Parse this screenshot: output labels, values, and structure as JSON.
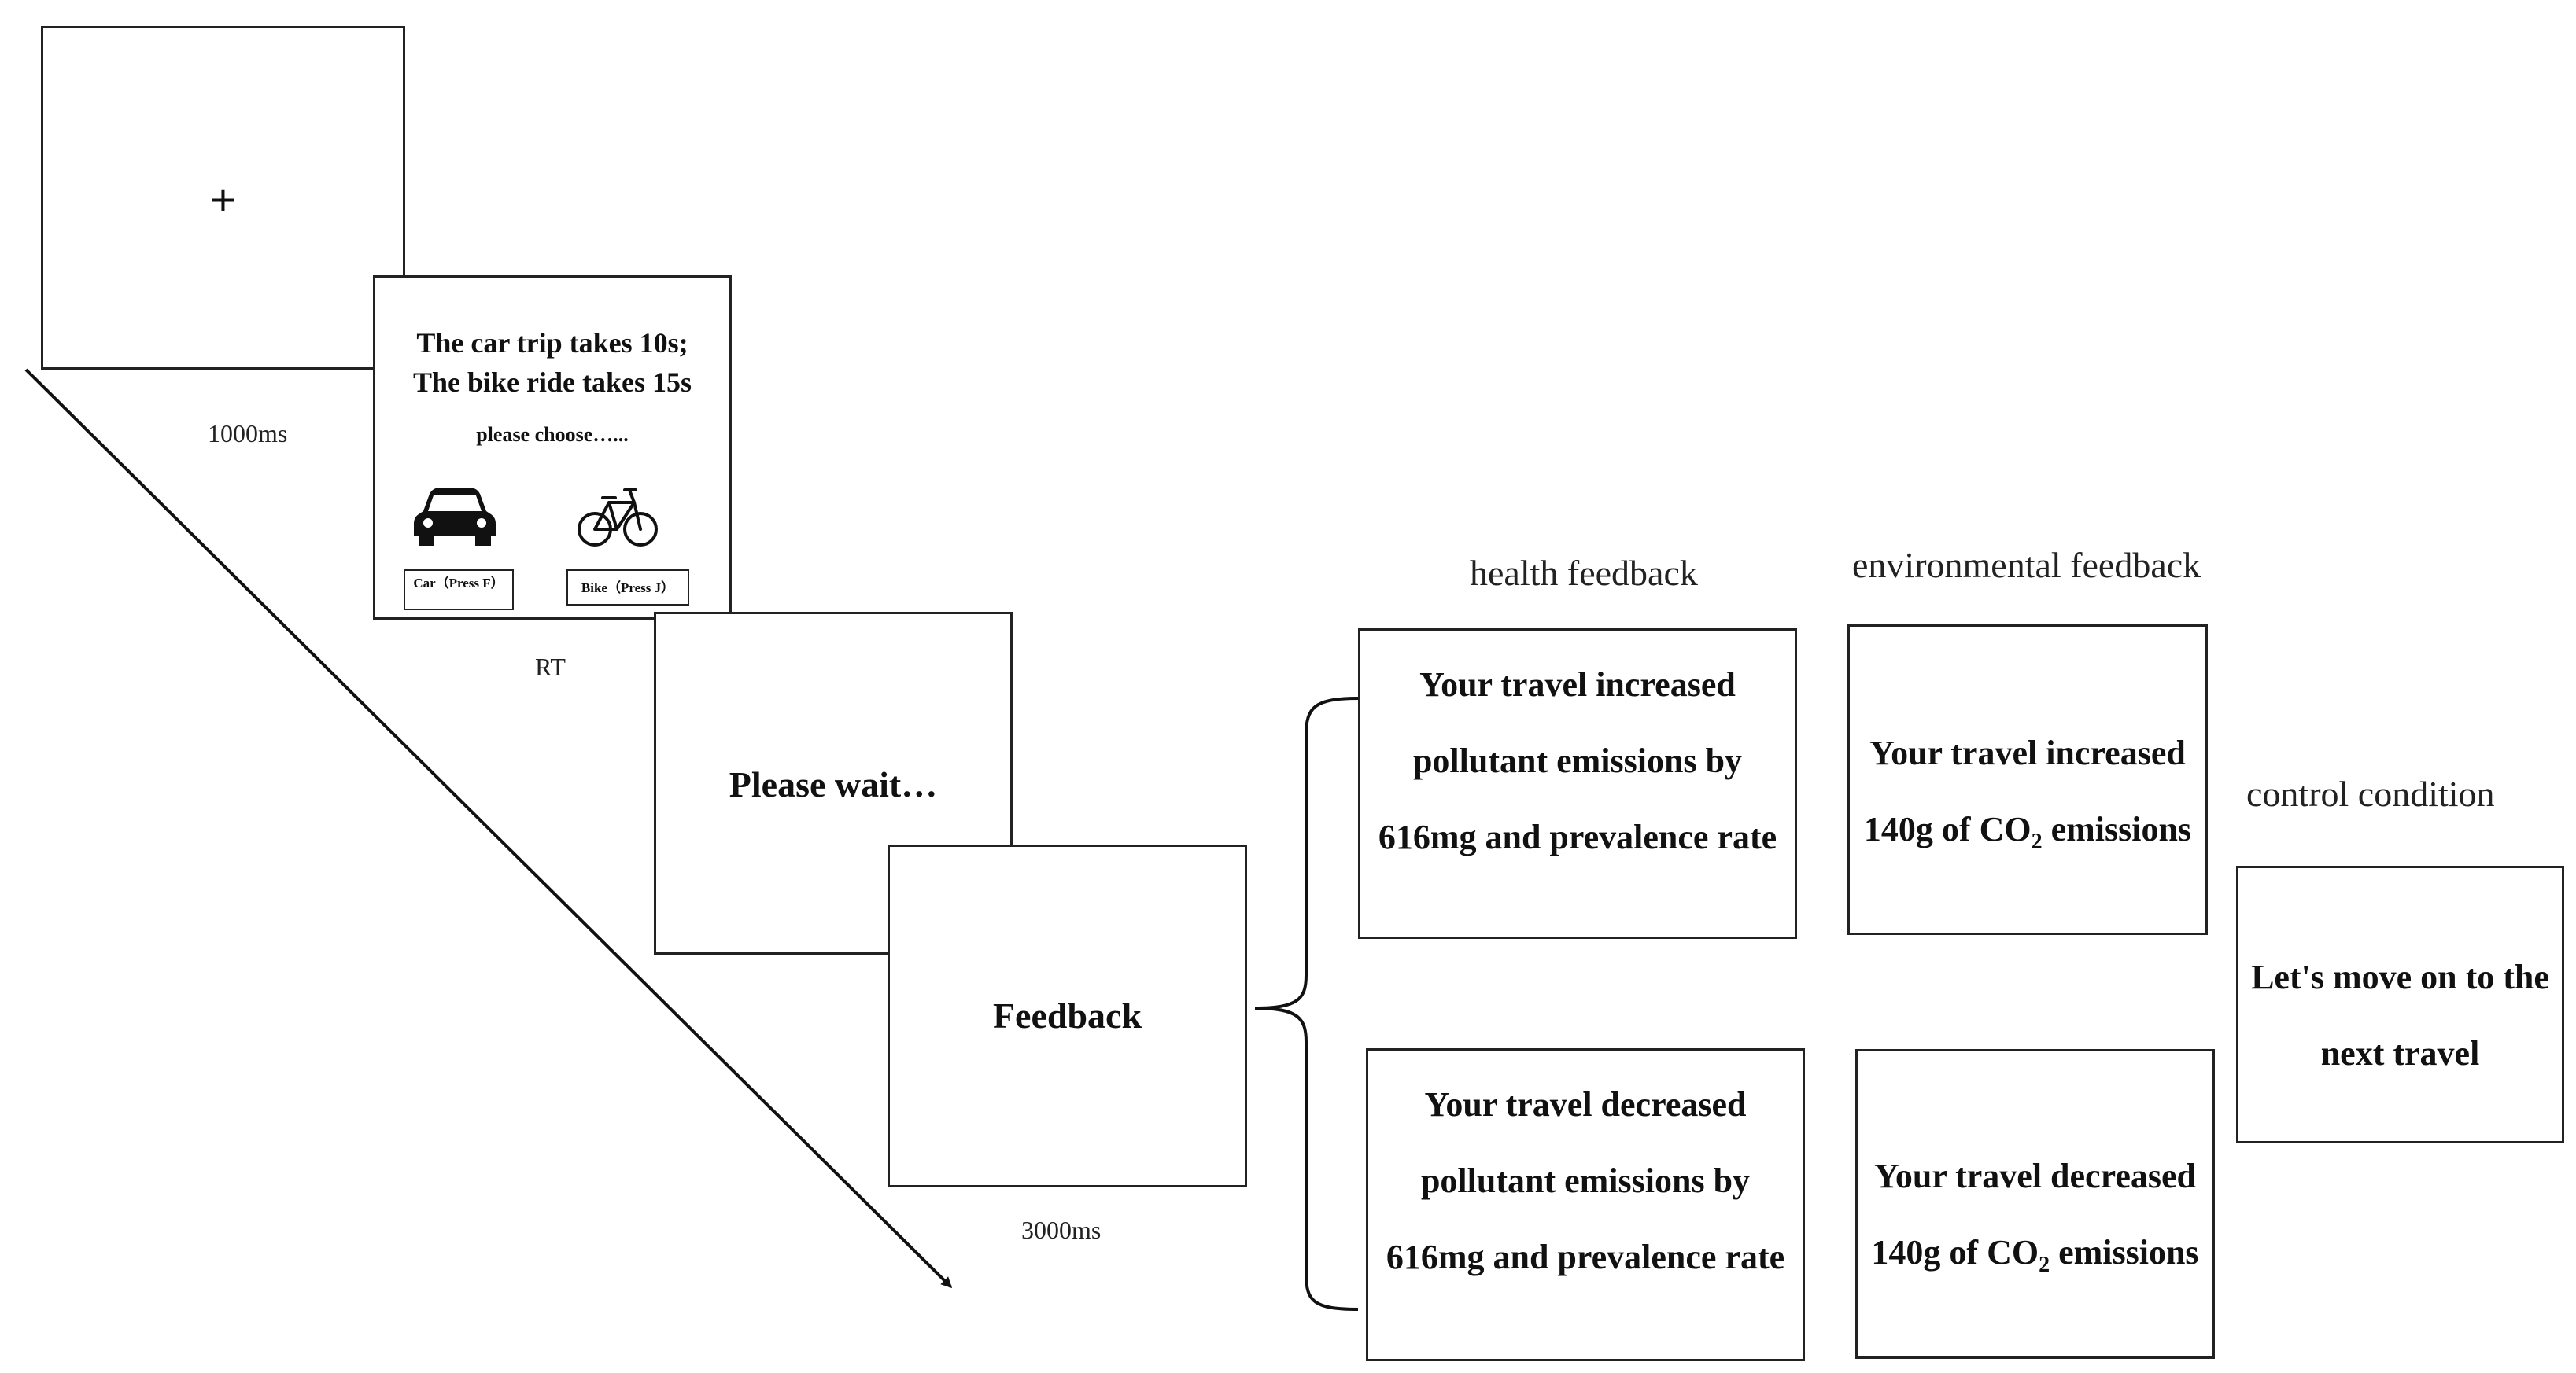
{
  "fixation": {
    "symbol": "+",
    "duration": "1000ms"
  },
  "choice": {
    "line1": "The car trip takes 10s;",
    "line2": "The bike ride takes 15s",
    "prompt": "please choose…...",
    "car_key": "Car（Press F）",
    "bike_key": "Bike（Press J）",
    "duration": "RT"
  },
  "wait": {
    "text": "Please wait…"
  },
  "feedback": {
    "text": "Feedback",
    "duration": "3000ms"
  },
  "headers": {
    "health": "health feedback",
    "environmental": "environmental feedback",
    "control": "control condition"
  },
  "health_increase": [
    "Your travel increased",
    "pollutant emissions by",
    "616mg and prevalence rate"
  ],
  "health_decrease": [
    "Your travel decreased",
    "pollutant emissions by",
    "616mg and prevalence rate"
  ],
  "env_increase": {
    "line1": "Your travel  increased",
    "pre": "140g of CO",
    "sub": "2",
    "post": " emissions"
  },
  "env_decrease": {
    "line1": "Your travel  decreased",
    "pre": "140g of CO",
    "sub": "2",
    "post": " emissions"
  },
  "control": [
    "Let's move on to the",
    "next travel"
  ],
  "icons": [
    "car-icon",
    "bicycle-icon"
  ],
  "colors": {
    "border": "#222222",
    "background": "#ffffff"
  }
}
